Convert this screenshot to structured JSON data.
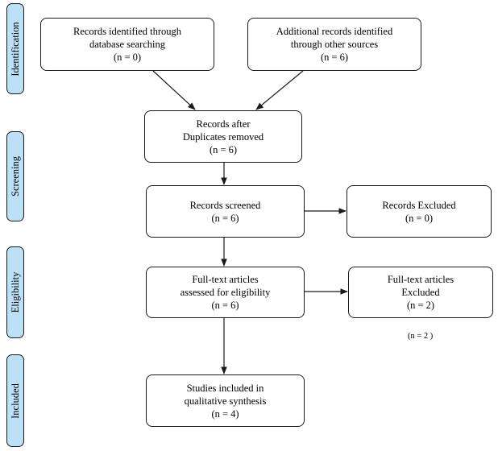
{
  "phases": {
    "identification": "Identification",
    "screening": "Screening",
    "eligibility": "Eligibility",
    "included": "Included"
  },
  "boxes": {
    "database": [
      "Records identified through",
      "database searching",
      "(n = 0)"
    ],
    "other_sources": [
      "Additional records identified",
      "through other sources",
      "(n = 6)"
    ],
    "duplicates_removed": [
      "Records after",
      "Duplicates removed",
      "(n = 6)"
    ],
    "screened": [
      "Records screened",
      "(n = 6)"
    ],
    "excluded": [
      "Records Excluded",
      "(n = 0)"
    ],
    "fulltext_assessed": [
      "Full-text articles",
      "assessed for eligibility",
      "(n = 6)"
    ],
    "fulltext_excluded": [
      "Full-text articles",
      "Excluded",
      "(n = 2)"
    ],
    "included": [
      "Studies included in",
      "qualitative synthesis",
      "(n = 4)"
    ]
  },
  "notes": {
    "excluded_count": "(n = 2 )"
  },
  "colors": {
    "phase_fill": "#bde0f7",
    "line": "#1a1a1a"
  }
}
